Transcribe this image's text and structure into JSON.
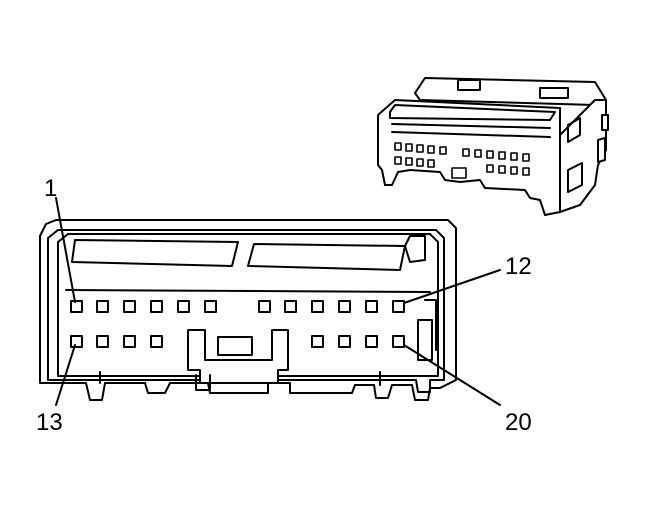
{
  "labels": {
    "pin_1": "1",
    "pin_12": "12",
    "pin_13": "13",
    "pin_20": "20"
  },
  "colors": {
    "stroke": "#000000",
    "fill": "#ffffff"
  }
}
